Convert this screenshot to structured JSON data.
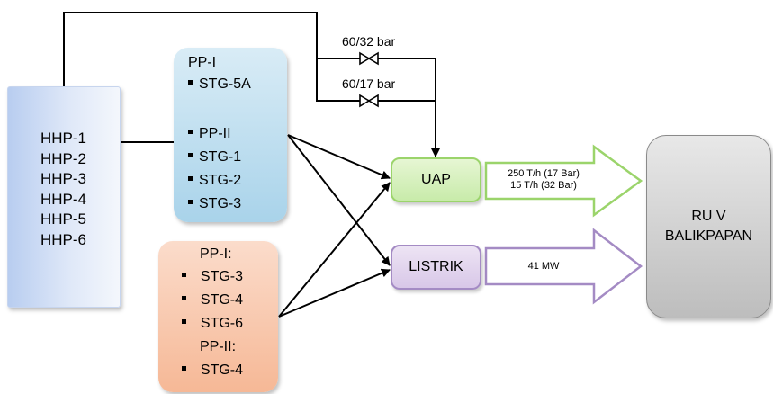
{
  "hhp": {
    "items": [
      "HHP-1",
      "HHP-2",
      "HHP-3",
      "HHP-4",
      "HHP-5",
      "HHP-6"
    ]
  },
  "pp_steam": {
    "header": "PP-I",
    "items": [
      "STG-5A",
      "PP-II",
      "STG-1",
      "STG-2",
      "STG-3"
    ]
  },
  "pp_power": {
    "header1": "PP-I:",
    "items1": [
      "STG-3",
      "STG-4",
      "STG-6"
    ],
    "header2": "PP-II:",
    "items2": [
      "STG-4"
    ]
  },
  "valves": {
    "top": "60/32 bar",
    "bottom": "60/17 bar"
  },
  "uap": {
    "label": "UAP"
  },
  "listrik": {
    "label": "LISTRIK"
  },
  "flows": {
    "uap_line1": "250 T/h (17 Bar)",
    "uap_line2": "15 T/h (32 Bar)",
    "listrik": "41 MW"
  },
  "ruv": {
    "line1": "RU V",
    "line2": "BALIKPAPAN"
  },
  "colors": {
    "uap_arrow": "#9bd46b",
    "listrik_arrow": "#a48bc4"
  }
}
